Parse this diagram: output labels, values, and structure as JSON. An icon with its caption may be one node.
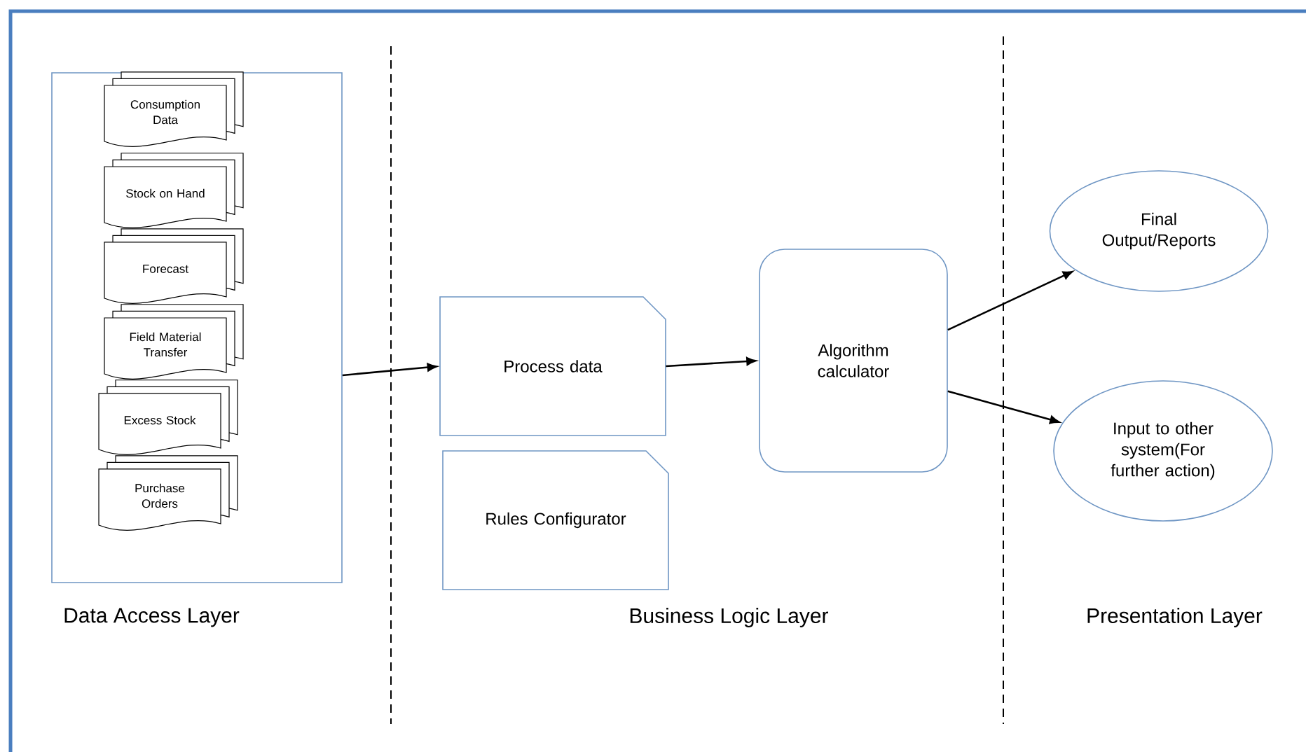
{
  "diagram": {
    "nodes": [
      {
        "text": [],
        "shape": "box"
      },
      {
        "text": [
          "Consumption Data"
        ],
        "in": 0
      },
      {
        "text": [
          "Stock on Hand"
        ],
        "in": 0
      },
      {
        "text": [
          "Forecast"
        ],
        "in": 0
      },
      {
        "text": [
          "Field Material Transfer"
        ],
        "in": 0
      },
      {
        "text": [
          "Excess Stock"
        ],
        "in": 0
      },
      {
        "text": [
          "Purchase Orders"
        ],
        "in": 0
      },
      {
        "text": [
          "Process data"
        ]
      },
      {
        "text": [
          "Rules Configurator"
        ]
      },
      {
        "text": [
          "Algorithm calculator"
        ]
      },
      {
        "text": [
          "Final Output/Reports"
        ]
      },
      {
        "text": [
          "Input to other system(For further action)"
        ]
      }
    ],
    "edges": [
      {
        "from": 0,
        "to": 7,
        "arrow": "to"
      },
      {
        "from": 7,
        "to": 9,
        "arrow": "to"
      },
      {
        "from": 9,
        "to": 10,
        "arrow": "to"
      },
      {
        "from": 9,
        "to": 11,
        "arrow": "to"
      }
    ],
    "labels": [
      "Data Access Layer",
      "Business Logic Layer",
      "Presentation Layer"
    ]
  }
}
